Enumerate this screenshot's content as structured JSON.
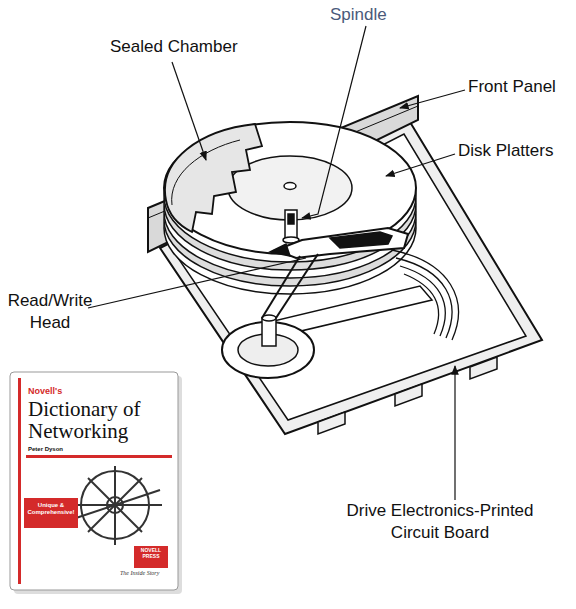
{
  "diagram": {
    "nodes": [
      {
        "text": [
          "Novell's",
          "Dictionary of Networking",
          "Peter Dyson",
          "NOVELL PRESS",
          "The Inside Story"
        ]
      },
      {
        "text": [
          "Unique & Comprehensive!"
        ],
        "in": 0
      }
    ],
    "labels": [
      "Spindle",
      "Sealed Chamber",
      "Front Panel",
      "Disk Platters",
      "Read/Write Head",
      "Drive Electronics-Printed Circuit Board"
    ]
  }
}
